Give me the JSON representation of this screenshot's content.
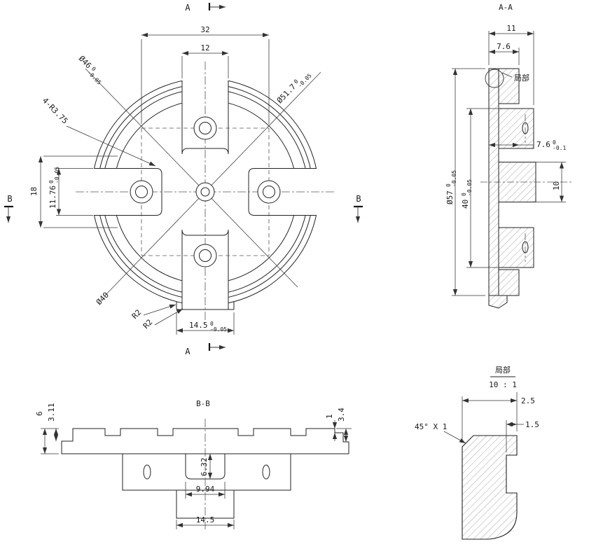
{
  "views": {
    "front": {
      "marker_a_top": "A",
      "marker_a_bottom": "A",
      "marker_b_left": "B",
      "marker_b_right": "B",
      "dim_32": "32",
      "dim_12": "12",
      "dim_18": "18",
      "dim_1176": {
        "v": "11.76",
        "t": "0",
        "b": "-0.05"
      },
      "dia46": {
        "v": "Ø46",
        "t": "0",
        "b": "-0.05"
      },
      "dia517": {
        "v": "Ø51.7",
        "t": "0",
        "b": "-0.05"
      },
      "label_r375": "4-R3.75",
      "dia40": "Ø40",
      "r2_upper": "R2",
      "r2_lower": "R2",
      "dim_145": {
        "v": "14.5",
        "t": "0",
        "b": "-0.05"
      }
    },
    "aa": {
      "title": "A-A",
      "dim_11": "11",
      "dim_76": "7.6",
      "callout": "局部",
      "dia57": {
        "v": "Ø57",
        "t": "0",
        "b": "-0.05"
      },
      "dim_40": {
        "v": "40",
        "t": "0",
        "b": "-0.05"
      },
      "dim_76tol": {
        "v": "7.6",
        "t": "0",
        "b": "-0.1"
      },
      "dim_10": "10"
    },
    "bb": {
      "title": "B-B",
      "dim_6": "6",
      "dim_311": "3.11",
      "dim_1": "1",
      "dim_34": "3.4",
      "dim_632": "6.32",
      "dim_994": "9.94",
      "dim_145": "14.5"
    },
    "detail": {
      "title_name": "局部",
      "title_scale": "10 : 1",
      "dim_25": "2.5",
      "dim_15": "1.5",
      "chamfer_label": "45° X 1"
    }
  }
}
